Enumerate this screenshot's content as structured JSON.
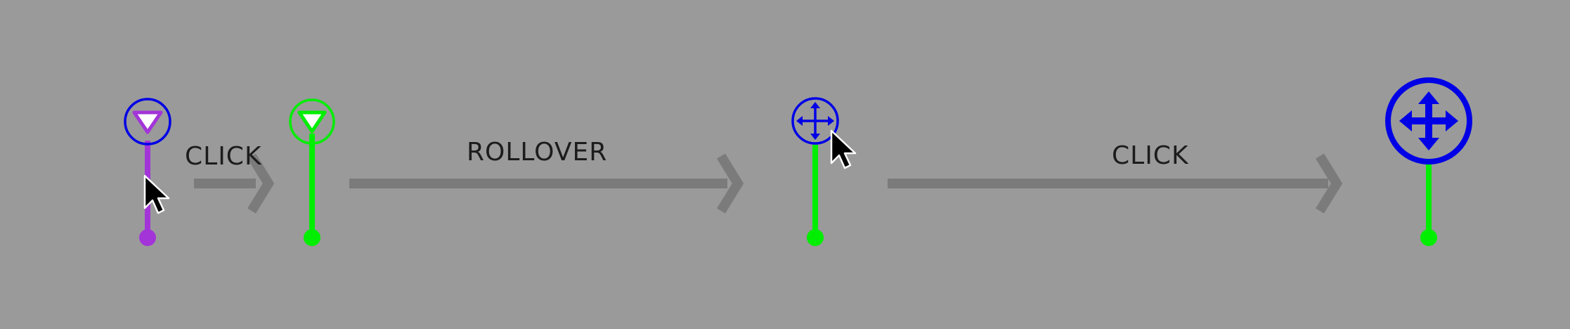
{
  "steps": [
    {
      "label": "CLICK"
    },
    {
      "label": "ROLLOVER"
    },
    {
      "label": "CLICK"
    }
  ],
  "colors": {
    "background": "#9a9a9a",
    "arrow": "#7b7b7b",
    "default_state": "#a335d8",
    "selected_state": "#00ee00",
    "hover_state": "#0000e6",
    "cursor": "#000000"
  },
  "icons": [
    "triangle-marker-icon",
    "move-arrows-icon",
    "mouse-cursor-icon"
  ]
}
